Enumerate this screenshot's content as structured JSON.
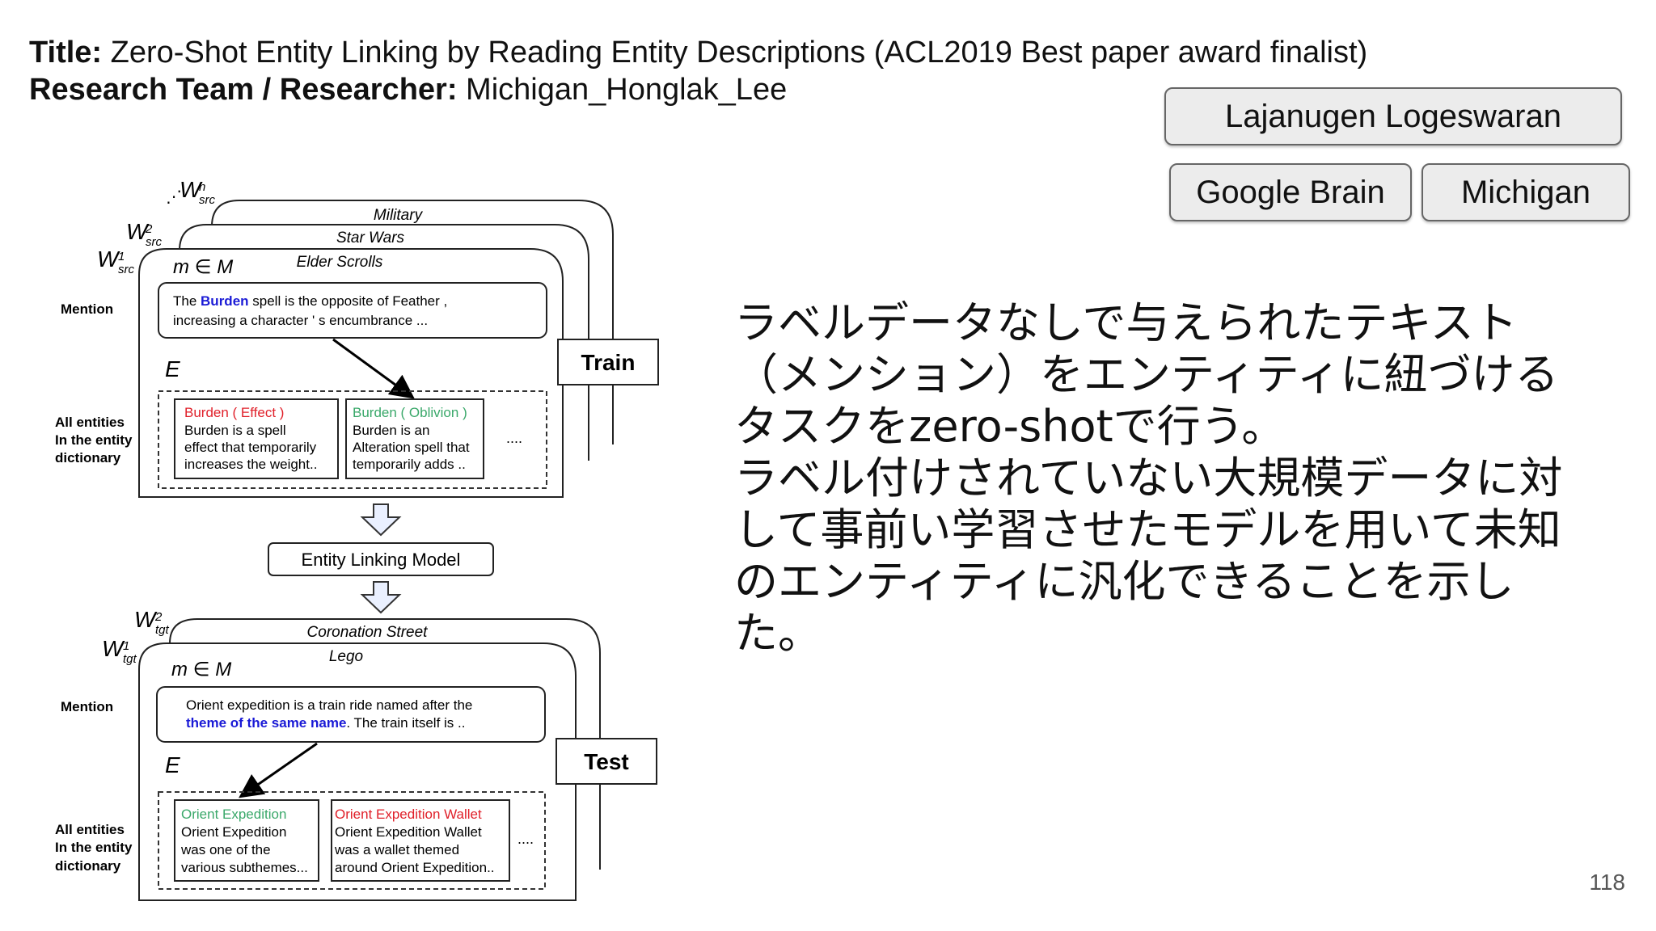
{
  "header": {
    "title_label": "Title:",
    "title_text": " Zero-Shot Entity Linking by Reading Entity Descriptions (ACL2019 Best paper award finalist)",
    "team_label": "Research Team / Researcher:",
    "team_text": " Michigan_Honglak_Lee"
  },
  "tags": {
    "author": "Lajanugen Logeswaran",
    "org1": "Google Brain",
    "org2": "Michigan"
  },
  "description": {
    "line1": "ラベルデータなしで与えられたテキスト（メンション）をエンティティに紐づけるタスクをzero-shotで行う。",
    "line2": "ラベル付けされていない大規模データに対して事前い学習させたモデルを用いて未知のエンティティに汎化できることを示した。"
  },
  "figure": {
    "train": {
      "worlds": [
        "Military",
        "Star Wars",
        "Elder Scrolls"
      ],
      "world_symbols": [
        "W",
        "n",
        "src",
        "W",
        "2",
        "src",
        "W",
        "1",
        "src"
      ],
      "mention_symbol": "m ∈ M",
      "mention_label": "Mention",
      "mention_pre": "The ",
      "mention_highlight": "Burden",
      "mention_post": " spell is the opposite of Feather ,",
      "mention_line2": "increasing a character ' s encumbrance ...",
      "entity_set_symbol": "E",
      "entities_label": [
        "All entities",
        "In the entity",
        "dictionary"
      ],
      "entity1": [
        "Burden ( Effect )",
        "Burden is a spell",
        "effect that temporarily",
        "increases the weight.."
      ],
      "entity2": [
        "Burden ( Oblivion )",
        "Burden is an",
        "Alteration spell that",
        "temporarily adds .."
      ],
      "ellipsis": "....",
      "stage_label": "Train"
    },
    "model_label": "Entity Linking Model",
    "test": {
      "worlds": [
        "Coronation Street",
        "Lego"
      ],
      "mention_label": "Mention",
      "mention_line1": "Orient expedition is a train ride named after the",
      "mention_highlight": "theme of the same name",
      "mention_post": ". The train itself is ..",
      "entities_label": [
        "All entities",
        "In the entity",
        "dictionary"
      ],
      "entity1": [
        "Orient Expedition",
        "Orient Expedition",
        "was one of the",
        "various subthemes..."
      ],
      "entity2": [
        "Orient Expedition Wallet",
        "Orient Expedition Wallet",
        "was a wallet themed",
        "around Orient Expedition.."
      ],
      "ellipsis": "....",
      "stage_label": "Test"
    }
  },
  "page_number": "118",
  "colors": {
    "highlight_blue": "#1a1ad6",
    "entity_red": "#e0202a",
    "entity_green": "#3aa86a"
  }
}
